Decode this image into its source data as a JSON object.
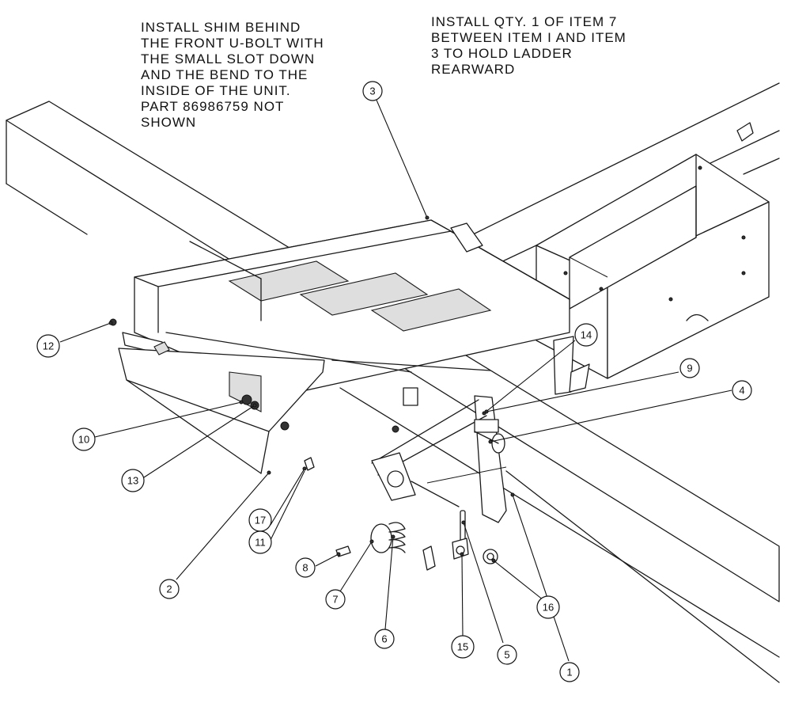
{
  "notes": {
    "shim_note": "INSTALL SHIM BEHIND\nTHE FRONT U-BOLT WITH\nTHE SMALL SLOT DOWN\nAND THE BEND TO THE\nINSIDE OF THE UNIT.\nPART 86986759 NOT\nSHOWN",
    "qty_note": "INSTALL QTY. 1 OF ITEM 7\nBETWEEN ITEM I AND ITEM\n3 TO HOLD LADDER\nREARWARD"
  },
  "callouts": [
    "1",
    "2",
    "3",
    "4",
    "5",
    "6",
    "7",
    "8",
    "9",
    "10",
    "11",
    "12",
    "13",
    "14",
    "15",
    "16",
    "17"
  ]
}
